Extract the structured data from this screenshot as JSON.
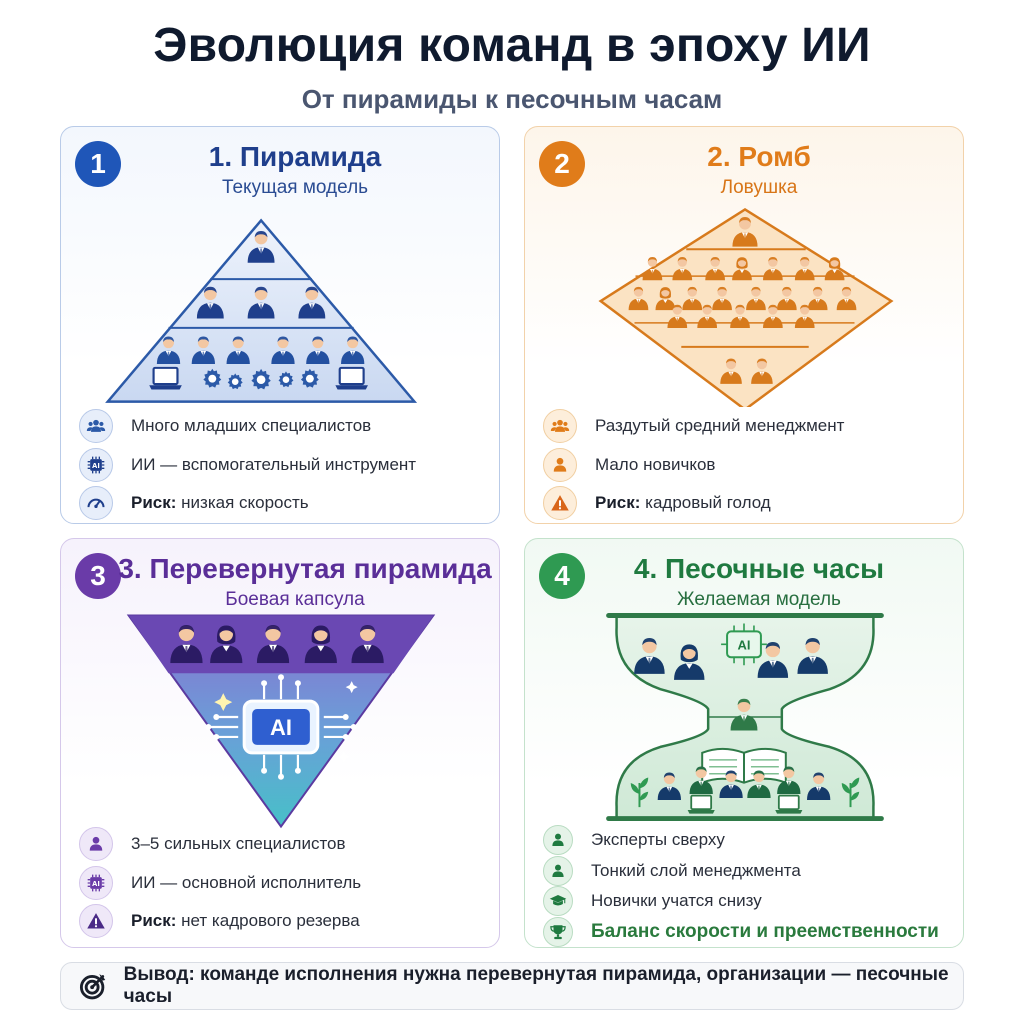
{
  "header": {
    "title": "Эволюция команд в эпоху ИИ",
    "subtitle": "От пирамиды к песочным часам"
  },
  "colors": {
    "blue": "#1f56b8",
    "orange": "#e07c1a",
    "purple": "#6a3ba8",
    "green": "#2f9a52"
  },
  "cards": [
    {
      "number": "1",
      "title": "1. Пирамида",
      "subtitle": "Текущая модель",
      "items": [
        {
          "icon": "people-group-icon",
          "text": "Много младших специалистов"
        },
        {
          "icon": "ai-chip-icon",
          "text": "ИИ — вспомогательный инструмент"
        },
        {
          "icon": "speedometer-icon",
          "label": "Риск:",
          "text": " низкая скорость"
        }
      ]
    },
    {
      "number": "2",
      "title": "2. Ромб",
      "subtitle": "Ловушка",
      "items": [
        {
          "icon": "people-group-icon",
          "text": "Раздутый средний менеджмент"
        },
        {
          "icon": "person-icon",
          "text": "Мало новичков"
        },
        {
          "icon": "warning-icon",
          "label": "Риск:",
          "text": " кадровый голод"
        }
      ]
    },
    {
      "number": "3",
      "title": "3. Перевернутая пирамида",
      "subtitle": "Боевая капсула",
      "ai_label": "AI",
      "items": [
        {
          "icon": "person-icon",
          "text": "3–5 сильных специалистов"
        },
        {
          "icon": "ai-chip-icon",
          "text": "ИИ — основной исполнитель"
        },
        {
          "icon": "warning-icon",
          "label": "Риск:",
          "text": " нет кадрового резерва"
        }
      ]
    },
    {
      "number": "4",
      "title": "4. Песочные часы",
      "subtitle": "Желаемая модель",
      "ai_label": "AI",
      "items": [
        {
          "icon": "person-icon",
          "text": "Эксперты сверху"
        },
        {
          "icon": "person-icon",
          "text": "Тонкий слой менеджмента"
        },
        {
          "icon": "graduation-cap-icon",
          "text": "Новички учатся снизу"
        },
        {
          "icon": "trophy-icon",
          "text": "Баланс скорости и преемственности"
        }
      ]
    }
  ],
  "footer": {
    "icon": "target-icon",
    "text": "Вывод: команде исполнения нужна перевернутая пирамида, организации — песочные часы"
  }
}
